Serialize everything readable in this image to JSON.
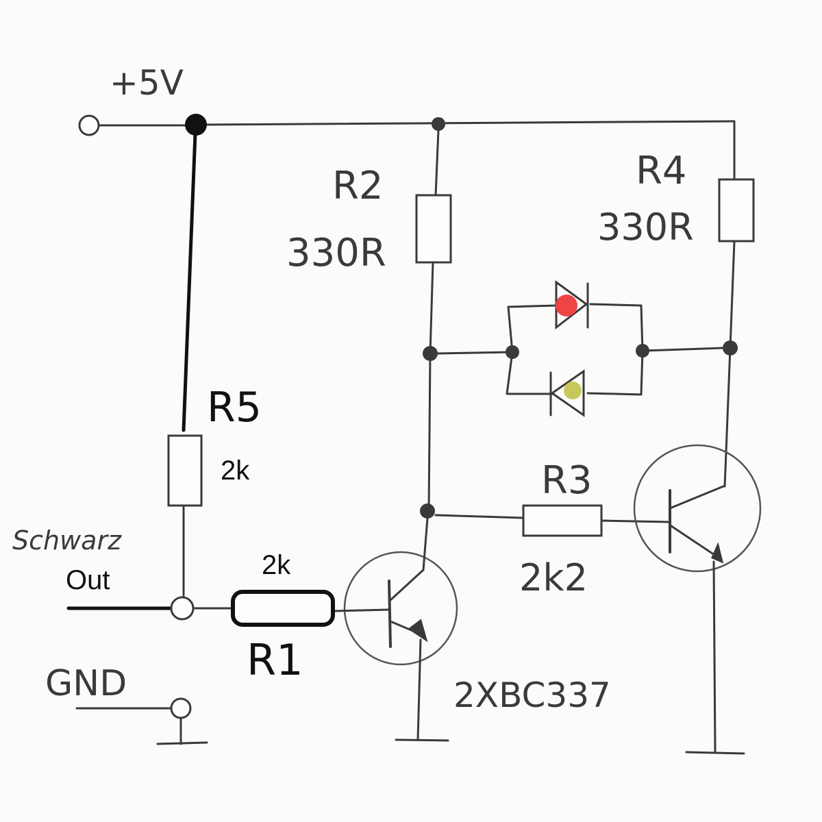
{
  "labels": {
    "vcc": "+5V",
    "r2_name": "R2",
    "r2_value": "330R",
    "r4_name": "R4",
    "r4_value": "330R",
    "r5_name": "R5",
    "r5_value": "2k",
    "r3_name": "R3",
    "r3_value": "2k2",
    "r1_name": "R1",
    "r1_value": "2k",
    "out_line1": "Schwarz",
    "out_line2": "Out",
    "gnd": "GND",
    "transistors": "2XBC337"
  },
  "colors": {
    "led_red": "#ee4444",
    "led_yellow": "#c8c85a"
  }
}
